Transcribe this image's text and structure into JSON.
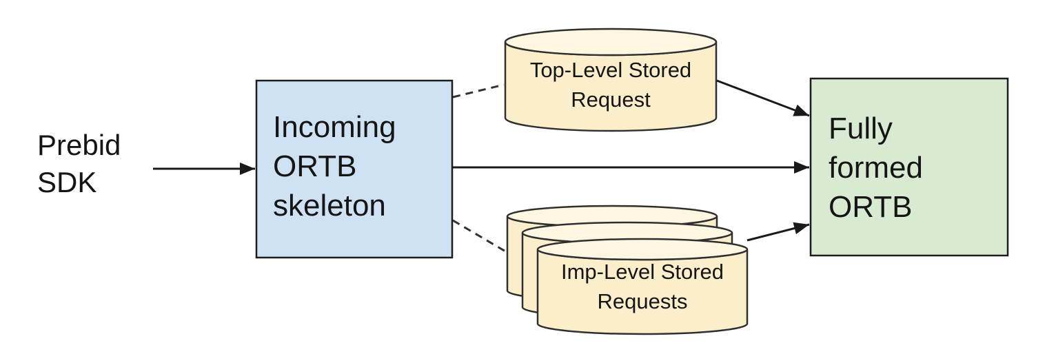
{
  "diagram": {
    "type": "flow-diagram",
    "nodes": {
      "prebid_sdk": {
        "label": "Prebid\nSDK",
        "shape": "text"
      },
      "incoming_ortb": {
        "label": "Incoming\nORTB\nskeleton",
        "shape": "rectangle"
      },
      "top_level_stored_request": {
        "label": "Top-Level Stored\nRequest",
        "shape": "cylinder"
      },
      "imp_level_stored_requests": {
        "label": "Imp-Level Stored\nRequests",
        "shape": "cylinder-stack",
        "stack_count": 3
      },
      "fully_formed_ortb": {
        "label": "Fully\nformed\nORTB",
        "shape": "rectangle"
      }
    },
    "edges": [
      {
        "from": "prebid_sdk",
        "to": "incoming_ortb",
        "style": "solid-arrow"
      },
      {
        "from": "incoming_ortb",
        "to": "top_level_stored_request",
        "style": "dashed"
      },
      {
        "from": "incoming_ortb",
        "to": "fully_formed_ortb",
        "style": "solid-arrow"
      },
      {
        "from": "incoming_ortb",
        "to": "imp_level_stored_requests",
        "style": "dashed"
      },
      {
        "from": "top_level_stored_request",
        "to": "fully_formed_ortb",
        "style": "solid-arrow"
      },
      {
        "from": "imp_level_stored_requests",
        "to": "fully_formed_ortb",
        "style": "solid-arrow"
      }
    ],
    "colors": {
      "background": "#ffffff",
      "incoming_box_fill": "#cfe2f3",
      "fully_box_fill": "#d9ead3",
      "box_stroke": "#1c1c1c",
      "cylinder_body_fill": "#fbeecb",
      "cylinder_top_fill": "#fdf6e0",
      "cylinder_stroke": "#2f2f2f",
      "connector": "#1a1a1a",
      "text": "#151515"
    }
  }
}
